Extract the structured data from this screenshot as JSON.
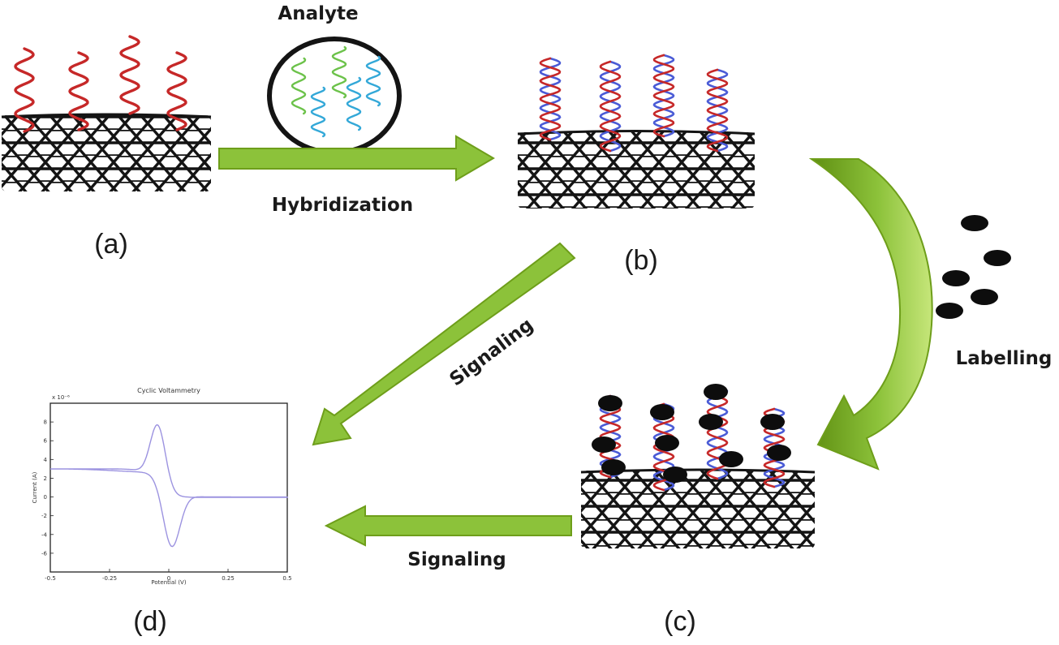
{
  "labels": {
    "analyte": "Analyte",
    "hybridization": "Hybridization",
    "labelling": "Labelling",
    "signaling_diagonal": "Signaling",
    "signaling_horizontal": "Signaling"
  },
  "panels": {
    "a": "(a)",
    "b": "(b)",
    "c": "(c)",
    "d": "(d)"
  },
  "cv_plot": {
    "title": "Cyclic Voltammetry",
    "exponent": "x 10⁻⁶",
    "xlabel": "Potential (V)",
    "ylabel": "Current (A)",
    "x_ticks": [
      "-0.5",
      "-0.25",
      "0",
      "0.25",
      "0.5"
    ],
    "y_ticks": [
      "8",
      "6",
      "4",
      "2",
      "0",
      "-2",
      "-4",
      "-6"
    ]
  },
  "colors": {
    "arrow": "#86b82a",
    "probe_strand": "#c62828",
    "target_green": "#6cc24a",
    "target_blue": "#33a8d8",
    "helix_blue": "#4a5bd6",
    "lattice": "#141414",
    "cv_curve": "#9c93e0"
  }
}
